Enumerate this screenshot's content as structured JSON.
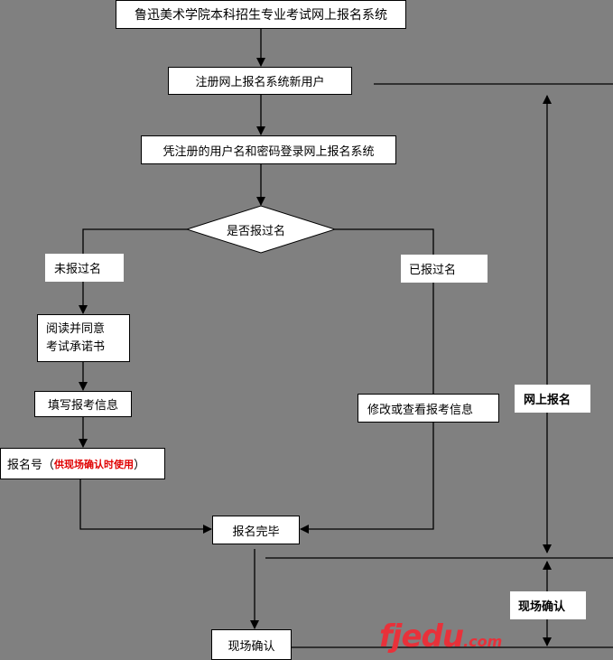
{
  "title": "鲁迅美术学院本科招生专业考试网上报名系统",
  "steps": {
    "register": "注册网上报名系统新用户",
    "login": "凭注册的用户名和密码登录网上报名系统",
    "decision": "是否报过名",
    "not_registered": "未报过名",
    "registered": "已报过名",
    "read_agree": [
      "阅读并同意",
      "考试承诺书"
    ],
    "fill_info": "填写报考信息",
    "reg_number": "报名号（",
    "reg_number_note": "供现场确认时使用",
    "reg_number_close": "）",
    "modify_view": "修改或查看报考信息",
    "complete": "报名完毕",
    "onsite": "现场确认"
  },
  "side_labels": {
    "online": "网上报名",
    "onsite": "现场确认"
  },
  "watermark": {
    "main": "fjedu",
    "suffix": ".com"
  },
  "colors": {
    "background": "#808080",
    "note_red": "#e00000",
    "watermark": "#e8313a"
  }
}
